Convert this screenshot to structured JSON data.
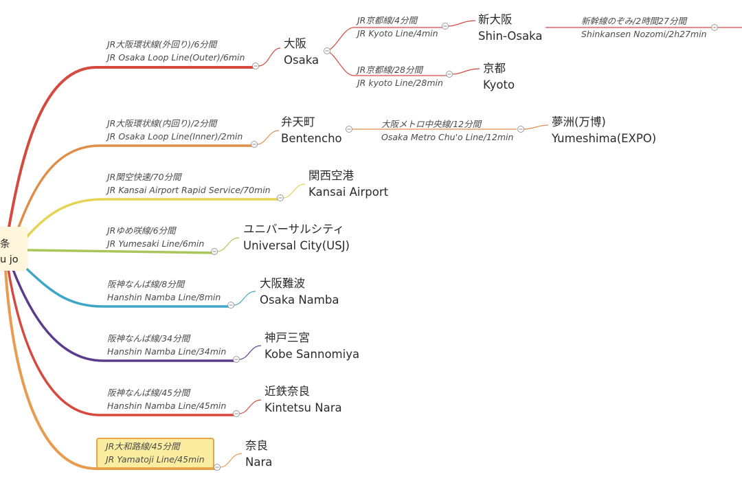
{
  "root": {
    "ja": "条",
    "en": "ku jo"
  },
  "colors": {
    "osaka": "#d5493f",
    "bentencho": "#e08d48",
    "kansai": "#e6d253",
    "universal": "#a8c65a",
    "namba": "#3ba6c6",
    "kobe": "#5a3b8c",
    "kintetsu": "#d5493f",
    "nara": "#e89c4f",
    "highlight_fill": "#fbeda0",
    "highlight_border": "#e3a64b"
  },
  "routes": [
    {
      "id": "osaka",
      "line_ja": "JR大阪環状線(外回り)/6分間",
      "line_en": "JR Osaka Loop Line(Outer)/6min",
      "dest_ja": "大阪",
      "dest_en": "Osaka",
      "children": [
        {
          "id": "shin-osaka",
          "line_ja": "JR京都線/4分間",
          "line_en": "JR Kyoto Line/4min",
          "dest_ja": "新大阪",
          "dest_en": "Shin-Osaka",
          "children": [
            {
              "id": "shinkansen",
              "line_ja": "新幹線のぞみ/2時間27分間",
              "line_en": "Shinkansen Nozomi/2h27min"
            }
          ]
        },
        {
          "id": "kyoto",
          "line_ja": "JR京都線/28分間",
          "line_en": "JR kyoto Line/28min",
          "dest_ja": "京都",
          "dest_en": "Kyoto"
        }
      ]
    },
    {
      "id": "bentencho",
      "line_ja": "JR大阪環状線(内回り)/2分間",
      "line_en": "JR Osaka Loop Line(Inner)/2min",
      "dest_ja": "弁天町",
      "dest_en": "Bentencho",
      "children": [
        {
          "id": "yumeshima",
          "line_ja": "大阪メトロ中央線/12分間",
          "line_en": "Osaka Metro Chu'o Line/12min",
          "dest_ja": "夢洲(万博)",
          "dest_en": "Yumeshima(EXPO)"
        }
      ]
    },
    {
      "id": "kansai",
      "line_ja": "JR関空快速/70分間",
      "line_en": "JR Kansai Airport Rapid Service/70min",
      "dest_ja": "関西空港",
      "dest_en": "Kansai Airport"
    },
    {
      "id": "universal",
      "line_ja": "JRゆめ咲線/6分間",
      "line_en": "JR Yumesaki Line/6min",
      "dest_ja": "ユニバーサルシティ",
      "dest_en": "Universal City(USJ)"
    },
    {
      "id": "namba",
      "line_ja": "阪神なんば線/8分間",
      "line_en": "Hanshin Namba Line/8min",
      "dest_ja": "大阪難波",
      "dest_en": "Osaka Namba"
    },
    {
      "id": "kobe",
      "line_ja": "阪神なんば線/34分間",
      "line_en": "Hanshin Namba Line/34min",
      "dest_ja": "神戸三宮",
      "dest_en": "Kobe Sannomiya"
    },
    {
      "id": "kintetsu",
      "line_ja": "阪神なんば線/45分間",
      "line_en": "Hanshin Namba Line/45min",
      "dest_ja": "近鉄奈良",
      "dest_en": "Kintetsu Nara"
    },
    {
      "id": "nara",
      "line_ja": "JR大和路線/45分間",
      "line_en": "JR Yamatoji Line/45min",
      "dest_ja": "奈良",
      "dest_en": "Nara",
      "highlighted": true
    }
  ]
}
